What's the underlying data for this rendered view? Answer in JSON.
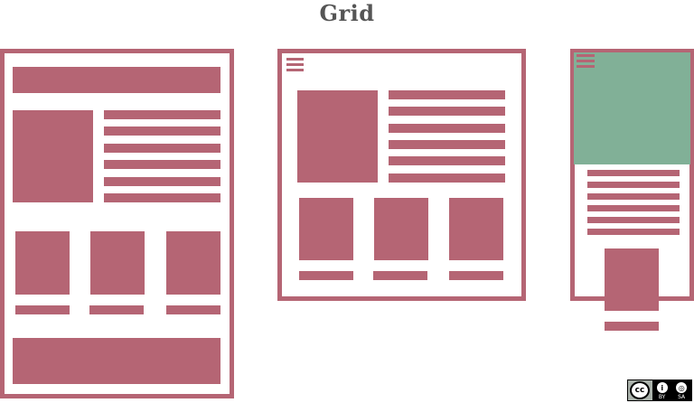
{
  "title": "Grid",
  "colors": {
    "block": "#b56574",
    "hero": "#81b097",
    "title": "#555555",
    "background": "#ffffff"
  },
  "layouts": [
    {
      "name": "desktop",
      "description": "Header bar, image + 6 text lines, 3 cards with captions, footer bar"
    },
    {
      "name": "tablet",
      "description": "Hamburger menu, image + 6 text lines, 3 cards with captions"
    },
    {
      "name": "mobile",
      "description": "Hamburger menu over green hero, 6 text lines, single card with caption"
    }
  ],
  "license": {
    "badge": "cc",
    "labels": [
      "BY",
      "SA"
    ],
    "icons": [
      "by-icon",
      "sa-icon"
    ]
  }
}
